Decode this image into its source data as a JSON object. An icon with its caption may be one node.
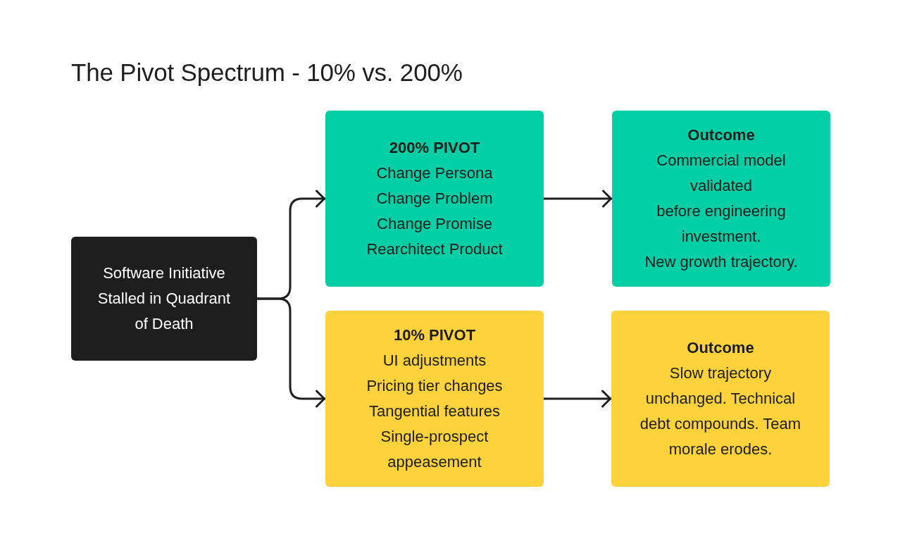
{
  "diagram": {
    "title": "The Pivot Spectrum - 10% vs. 200%",
    "nodes": [
      {
        "text": [
          "Software Initiative Stalled in Quadrant of Death"
        ]
      },
      {
        "text": [
          "200% PIVOT",
          "Change Persona",
          "Change Problem",
          "Change Promise",
          "Rearchitect Product"
        ]
      },
      {
        "text": [
          "10% PIVOT",
          "UI adjustments",
          "Pricing tier changes",
          "Tangential features",
          "Single-prospect appeasement"
        ]
      },
      {
        "text": [
          "Outcome",
          "Commercial model validated",
          "before engineering investment.",
          "New growth trajectory."
        ]
      },
      {
        "text": [
          "Outcome",
          "Slow trajectory unchanged. Technical debt compounds. Team morale erodes."
        ]
      }
    ],
    "edges": [
      {
        "from": 0,
        "to": 1,
        "arrow": "to"
      },
      {
        "from": 0,
        "to": 2,
        "arrow": "to"
      },
      {
        "from": 1,
        "to": 3,
        "arrow": "to"
      },
      {
        "from": 2,
        "to": 4,
        "arrow": "to"
      }
    ]
  }
}
